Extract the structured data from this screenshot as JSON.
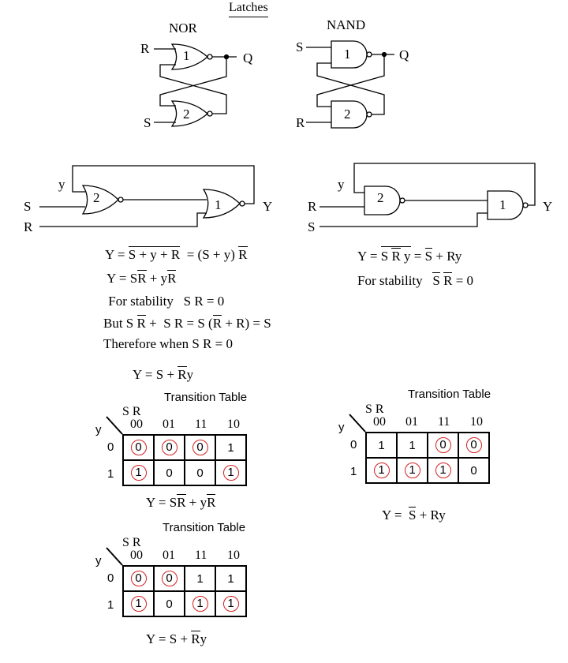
{
  "title": "Latches",
  "nor_latch": {
    "label": "NOR",
    "in_top": "R",
    "in_bottom": "S",
    "out": "Q",
    "gate1": "1",
    "gate2": "2"
  },
  "nand_latch": {
    "label": "NAND",
    "in_top": "S",
    "in_bottom": "R",
    "out": "Q",
    "gate1": "1",
    "gate2": "2"
  },
  "nor_circuit": {
    "y": "y",
    "s": "S",
    "r": "R",
    "out": "Y",
    "gate2": "2",
    "gate1": "1"
  },
  "nand_circuit": {
    "y": "y",
    "r": "R",
    "s": "S",
    "out": "Y",
    "gate2": "2",
    "gate1": "1"
  },
  "equations_left": [
    [
      "Y = ",
      {
        "o": [
          "S + y + R"
        ]
      },
      "  = (S + y) ",
      {
        "o": [
          "R"
        ]
      }
    ],
    [
      "Y = S",
      {
        "o": [
          "R"
        ]
      },
      " + y",
      {
        "o": [
          "R"
        ]
      }
    ],
    [
      " For stability   S R = 0"
    ],
    [
      "But S ",
      {
        "o": [
          "R"
        ]
      },
      " +  S R = S (",
      {
        "o": [
          "R"
        ]
      },
      " + R) = S"
    ],
    [
      "Therefore when S R = 0"
    ],
    [
      "Y = S + ",
      {
        "o": [
          "R"
        ]
      },
      "y"
    ]
  ],
  "equations_right": [
    [
      "Y = ",
      {
        "o": [
          "S ",
          {
            "o": [
              "R"
            ]
          },
          " y"
        ]
      },
      " = ",
      {
        "o": [
          "S"
        ]
      },
      " + Ry"
    ],
    [
      "For stability   ",
      {
        "o": [
          "S"
        ]
      },
      " ",
      {
        "o": [
          "R"
        ]
      },
      " = 0"
    ]
  ],
  "tables": [
    {
      "title": "Transition Table",
      "var_cols": "S R",
      "var_rows": "y",
      "cols": [
        "00",
        "01",
        "11",
        "10"
      ],
      "rows": [
        {
          "label": "0",
          "cells": [
            {
              "v": "0",
              "c": true
            },
            {
              "v": "0",
              "c": true
            },
            {
              "v": "0",
              "c": true
            },
            {
              "v": "1",
              "c": false
            }
          ]
        },
        {
          "label": "1",
          "cells": [
            {
              "v": "1",
              "c": true
            },
            {
              "v": "0",
              "c": false
            },
            {
              "v": "0",
              "c": false
            },
            {
              "v": "1",
              "c": true
            }
          ]
        }
      ],
      "equation": [
        "Y = S",
        {
          "o": [
            "R"
          ]
        },
        " + y",
        {
          "o": [
            "R"
          ]
        }
      ]
    },
    {
      "title": "Transition Table",
      "var_cols": "S R",
      "var_rows": "y",
      "cols": [
        "00",
        "01",
        "11",
        "10"
      ],
      "rows": [
        {
          "label": "0",
          "cells": [
            {
              "v": "1",
              "c": false
            },
            {
              "v": "1",
              "c": false
            },
            {
              "v": "0",
              "c": true
            },
            {
              "v": "0",
              "c": true
            }
          ]
        },
        {
          "label": "1",
          "cells": [
            {
              "v": "1",
              "c": true
            },
            {
              "v": "1",
              "c": true
            },
            {
              "v": "1",
              "c": true
            },
            {
              "v": "0",
              "c": false
            }
          ]
        }
      ],
      "equation": [
        "Y =  ",
        {
          "o": [
            "S"
          ]
        },
        " + Ry"
      ]
    },
    {
      "title": "Transition Table",
      "var_cols": "S R",
      "var_rows": "y",
      "cols": [
        "00",
        "01",
        "11",
        "10"
      ],
      "rows": [
        {
          "label": "0",
          "cells": [
            {
              "v": "0",
              "c": true
            },
            {
              "v": "0",
              "c": true
            },
            {
              "v": "1",
              "c": false
            },
            {
              "v": "1",
              "c": false
            }
          ]
        },
        {
          "label": "1",
          "cells": [
            {
              "v": "1",
              "c": true
            },
            {
              "v": "0",
              "c": false
            },
            {
              "v": "1",
              "c": true
            },
            {
              "v": "1",
              "c": true
            }
          ]
        }
      ],
      "equation": [
        "Y = S + ",
        {
          "o": [
            "R"
          ]
        },
        "y"
      ]
    }
  ],
  "colors": {
    "circle": "#d42020",
    "ink": "#000000"
  }
}
